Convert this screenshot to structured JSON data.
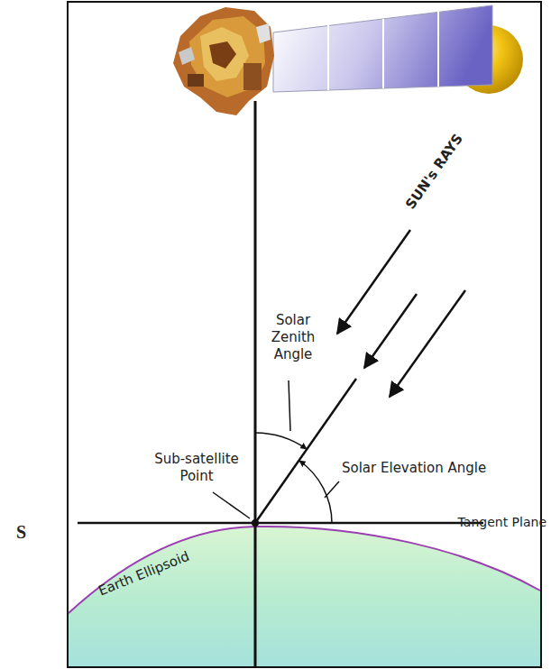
{
  "diagram": {
    "labels": [
      "Solar Zenith Angle",
      "SUN's RAYS",
      "Sub-satellite Point",
      "Solar Elevation Angle",
      "S",
      "Tangent Plane",
      "Earth Ellipsoid"
    ]
  }
}
